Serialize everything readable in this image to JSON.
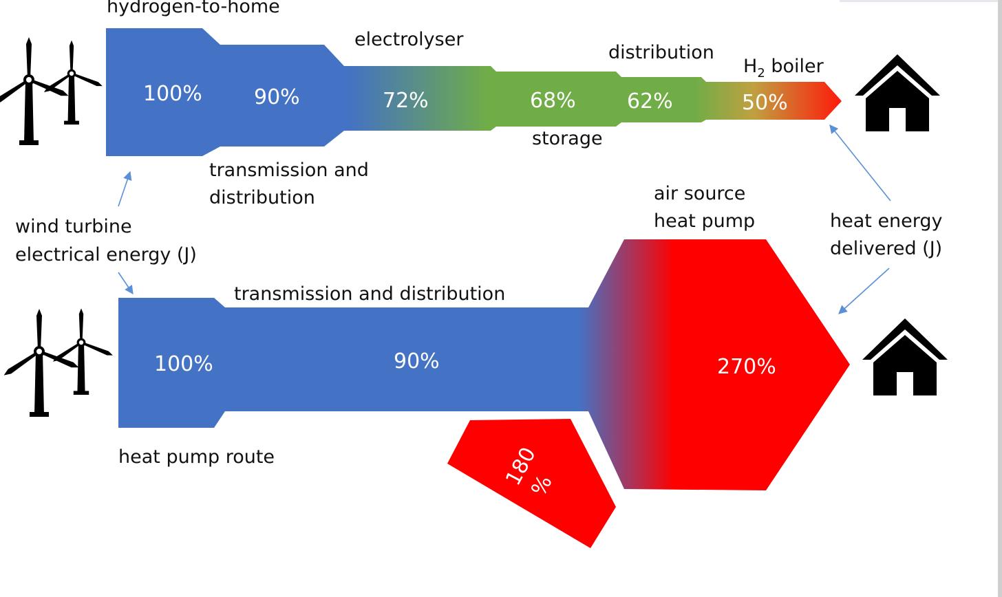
{
  "title": "hydrogen-to-home",
  "top_route": {
    "stages": {
      "electrolyser": "electrolyser",
      "distribution": "distribution",
      "boiler_prefix": "H",
      "boiler_subscript": "2",
      "boiler_suffix": " boiler",
      "storage": "storage",
      "transmission_line1": "transmission and",
      "transmission_line2": "distribution"
    },
    "percentages": [
      "100%",
      "90%",
      "72%",
      "68%",
      "62%",
      "50%"
    ]
  },
  "bottom_route": {
    "label": "heat pump route",
    "transmission": "transmission and distribution",
    "heat_pump_line1": "air source",
    "heat_pump_line2": "heat pump",
    "percentages": {
      "input": "100%",
      "after_transmission": "90%",
      "ambient_line1": "180",
      "ambient_line2": "%",
      "delivered": "270%"
    }
  },
  "annotations": {
    "input_line1": "wind turbine",
    "input_line2": "electrical energy (J)",
    "output_line1": "heat energy",
    "output_line2": "delivered (J)"
  },
  "colors": {
    "electric_blue": "#4472c4",
    "hydrogen_green": "#70ad47",
    "heat_red": "#ff0000",
    "arrow_blue": "#5b8fd6",
    "icon_black": "#000000"
  },
  "icons": [
    "wind-turbine-icon",
    "house-icon"
  ]
}
